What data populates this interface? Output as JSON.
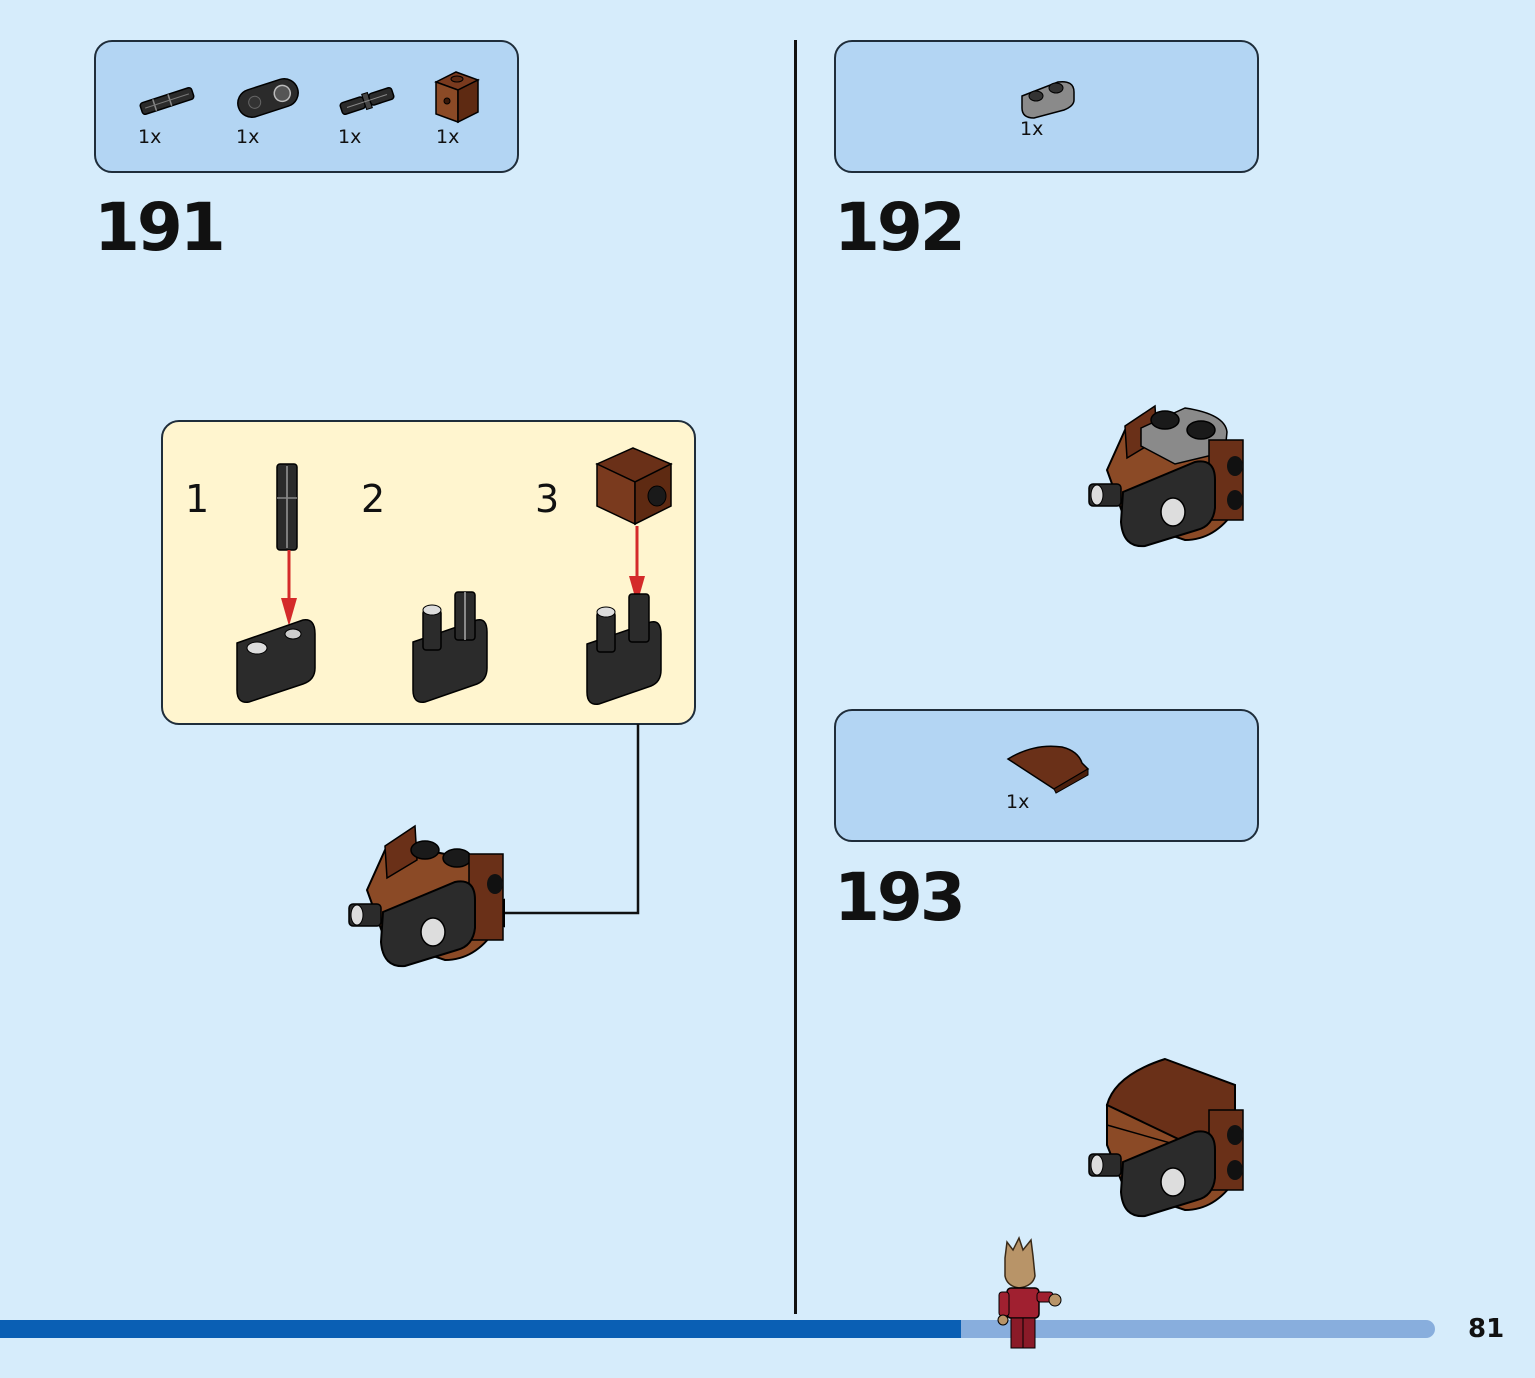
{
  "steps": [
    {
      "number": "191",
      "parts": [
        {
          "qty": "1x",
          "icon": "technic-axle-pin-icon"
        },
        {
          "qty": "1x",
          "icon": "technic-liftarm-icon"
        },
        {
          "qty": "1x",
          "icon": "technic-pin-icon"
        },
        {
          "qty": "1x",
          "icon": "brown-technic-brick-icon"
        }
      ],
      "substeps": [
        "1",
        "2",
        "3"
      ]
    },
    {
      "number": "192",
      "parts": [
        {
          "qty": "1x",
          "icon": "gray-plate-1x2-icon"
        }
      ]
    },
    {
      "number": "193",
      "parts": [
        {
          "qty": "1x",
          "icon": "brown-curved-slope-icon"
        }
      ]
    }
  ],
  "page": {
    "number": "81",
    "progress": 0.67
  },
  "colors": {
    "background": "#d6ecfb",
    "parts_box": "#b3d5f3",
    "substep_box": "#fff5cf",
    "progress_fill": "#0a5fb4",
    "progress_track": "#88aedd",
    "arrow_red": "#d42a2a"
  }
}
